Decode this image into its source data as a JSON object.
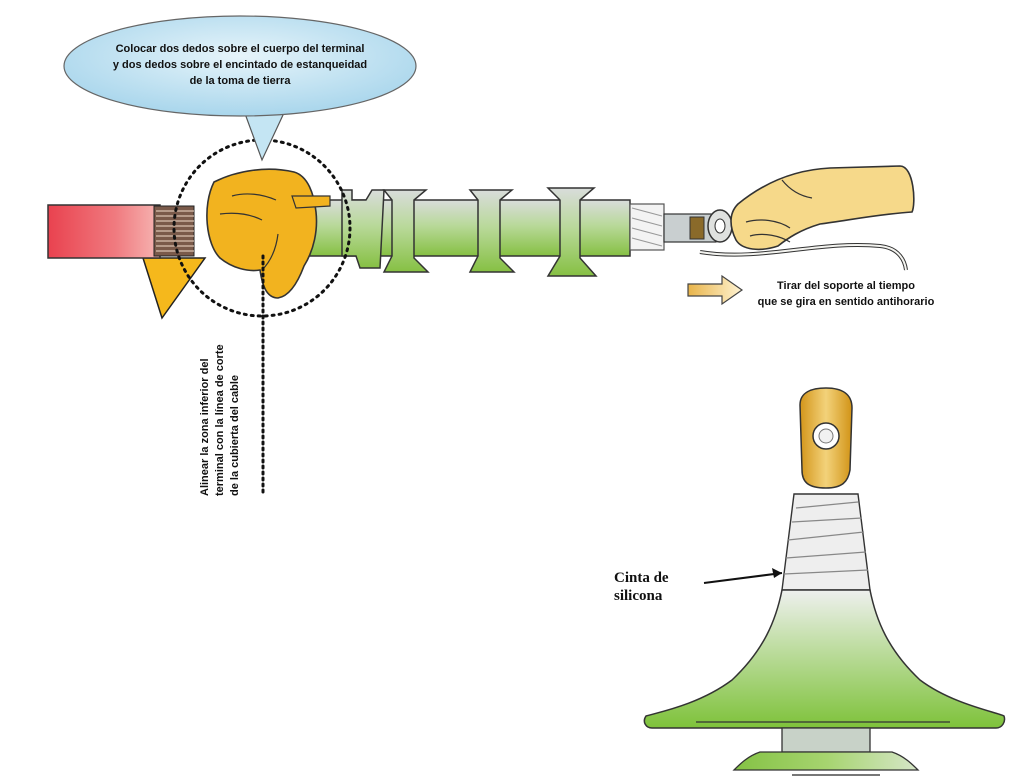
{
  "callout": {
    "line1": "Colocar dos dedos sobre el cuerpo del terminal",
    "line2": "y dos dedos sobre el encintado de estanqueidad",
    "line3": "de la toma de tierra"
  },
  "pull_note": {
    "line1": "Tirar del soporte al tiempo",
    "line2": "que se gira en sentido antihorario"
  },
  "align_note": {
    "line1": "Alinear la zona inferior del",
    "line2": "terminal con la línea de corte",
    "line3": "de la cubierta del cable"
  },
  "tape_label": {
    "line1": "Cinta de",
    "line2": "silicona"
  },
  "colors": {
    "cable_red": "#e84a55",
    "hand_yellow": "#f2b31f",
    "body_green": "#8fc84a",
    "callout_fill": "#bfe3f2",
    "lug_gold": "#e0a51e"
  }
}
